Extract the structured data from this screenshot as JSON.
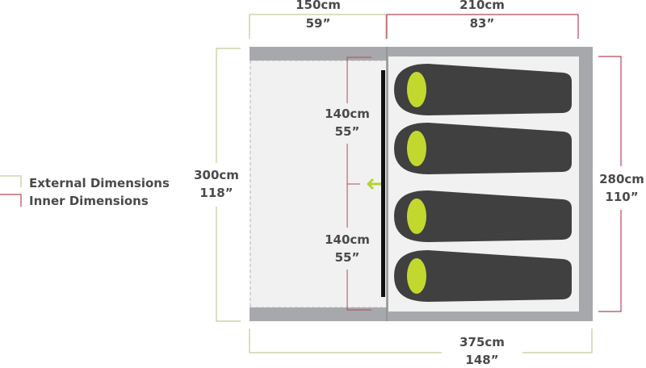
{
  "colors": {
    "external": "#c5c99a",
    "inner": "#b5485a",
    "outer_shell": "#a7a8ab",
    "floor": "#f1f1f1",
    "sleeping_bag": "#404040",
    "sleeping_bag_face": "#c3d82e",
    "arrow": "#b5d334",
    "divider": "#111111"
  },
  "legend": {
    "external_label": "External Dimensions",
    "inner_label": "Inner Dimensions"
  },
  "dimensions": {
    "vestibule_width": {
      "cm": "150cm",
      "in": "59”"
    },
    "inner_width": {
      "cm": "210cm",
      "in": "83”"
    },
    "external_height": {
      "cm": "300cm",
      "in": "118”"
    },
    "inner_height": {
      "cm": "280cm",
      "in": "110”"
    },
    "door_top": {
      "cm": "140cm",
      "in": "55”"
    },
    "door_bottom": {
      "cm": "140cm",
      "in": "55”"
    },
    "total_length": {
      "cm": "375cm",
      "in": "148”"
    }
  },
  "sleeping_bags": {
    "count": 4
  }
}
